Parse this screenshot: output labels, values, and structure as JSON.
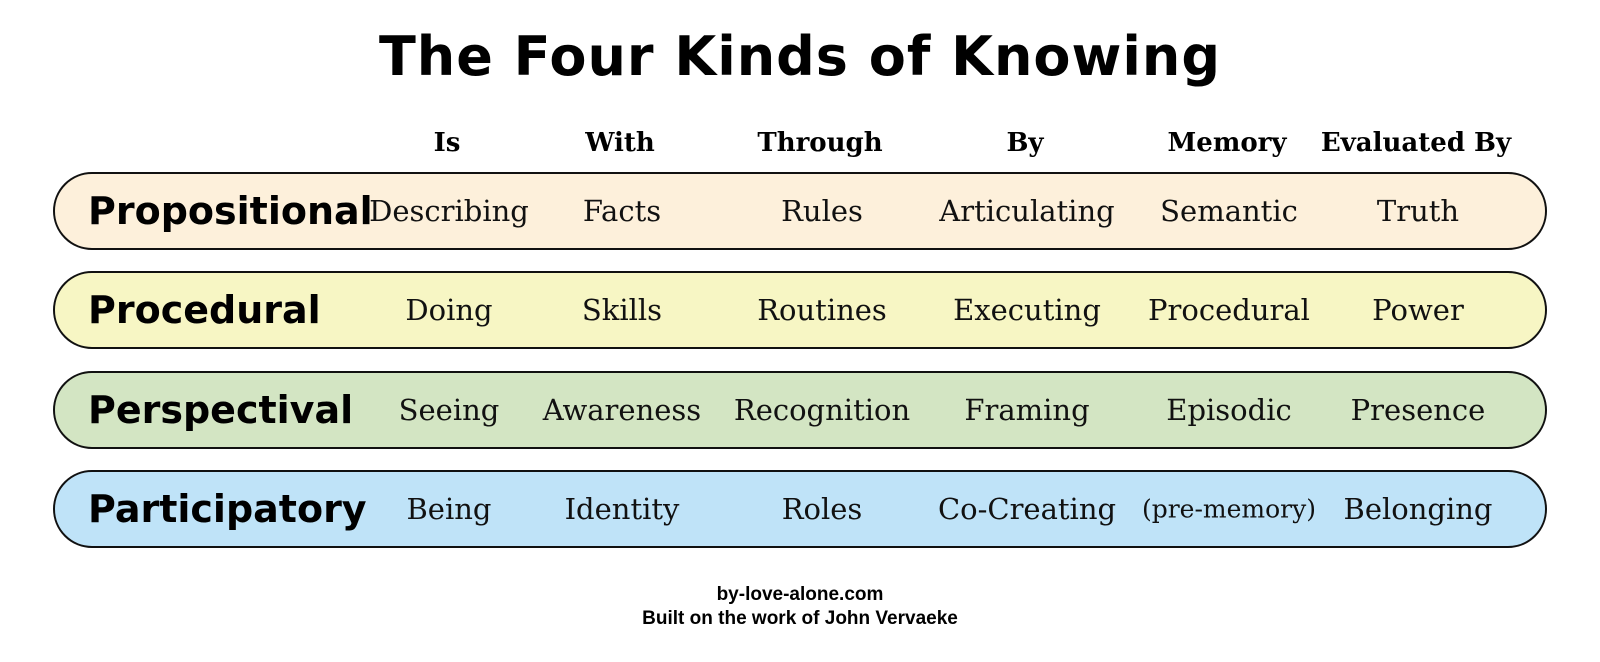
{
  "title": "The Four Kinds of Knowing",
  "columns": [
    "Is",
    "With",
    "Through",
    "By",
    "Memory",
    "Evaluated By"
  ],
  "rows": [
    {
      "name": "Propositional",
      "color": "#fdf0db",
      "cells": [
        "Describing",
        "Facts",
        "Rules",
        "Articulating",
        "Semantic",
        "Truth"
      ]
    },
    {
      "name": "Procedural",
      "color": "#f7f6c4",
      "cells": [
        "Doing",
        "Skills",
        "Routines",
        "Executing",
        "Procedural",
        "Power"
      ]
    },
    {
      "name": "Perspectival",
      "color": "#d3e5c3",
      "cells": [
        "Seeing",
        "Awareness",
        "Recognition",
        "Framing",
        "Episodic",
        "Presence"
      ]
    },
    {
      "name": "Participatory",
      "color": "#bfe3f8",
      "cells": [
        "Being",
        "Identity",
        "Roles",
        "Co-Creating",
        "(pre-memory)",
        "Belonging"
      ]
    }
  ],
  "footer": {
    "site": "by-love-alone.com",
    "credit": "Built on the work of John Vervaeke"
  }
}
